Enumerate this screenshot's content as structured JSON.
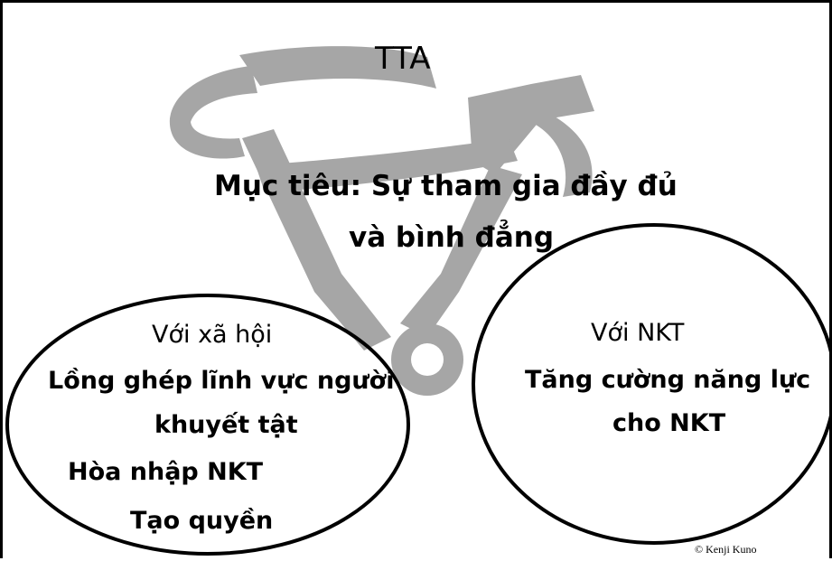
{
  "diagram": {
    "title": "TTA",
    "goal_line1": "Mục tiêu: Sự tham gia đầy đủ",
    "goal_line2": "và bình đẳng",
    "left_circle": {
      "heading": "Với xã hội",
      "item1_line1": "Lồng ghép lĩnh vực người",
      "item1_line2": "khuyết tật",
      "item2": "Hòa nhập NKT",
      "item3": "Tạo quyền"
    },
    "right_circle": {
      "heading": "Với NKT",
      "item1_line1": "Tăng cường năng lực",
      "item1_line2": "cho NKT"
    },
    "credit": "© Kenji Kuno"
  },
  "colors": {
    "bicycle_frame": "#a6a6a6",
    "circle_stroke": "#000000",
    "background": "#ffffff"
  }
}
